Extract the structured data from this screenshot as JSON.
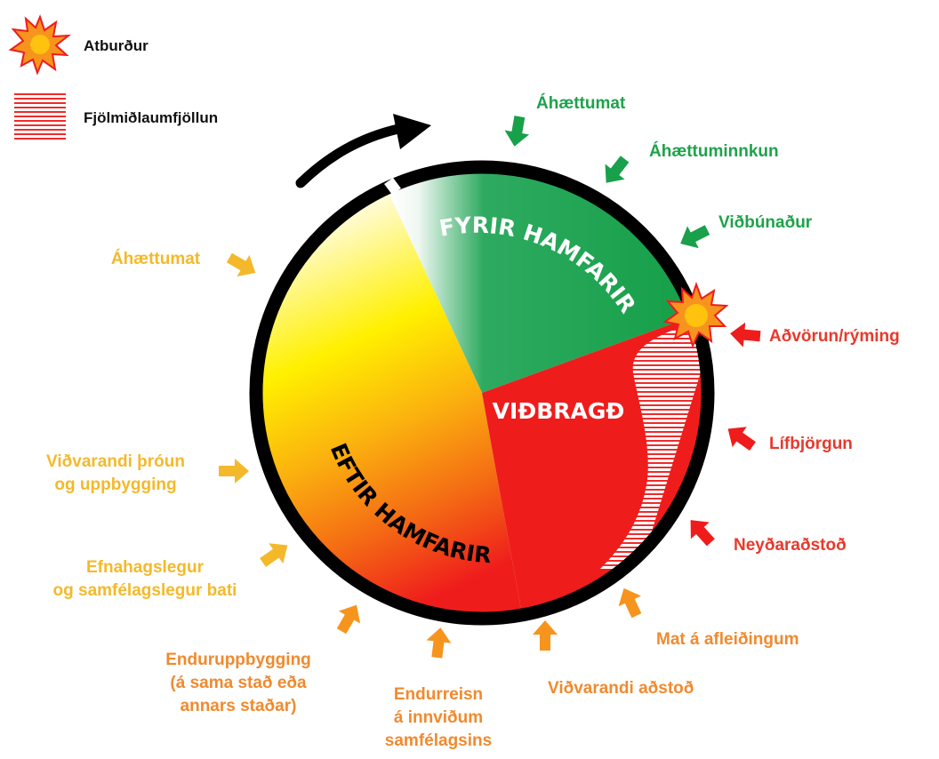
{
  "legend": {
    "event_label": "Atburður",
    "media_label": "Fjölmiðlaumfjöllun"
  },
  "phases": {
    "before": "FYRIR HAMFARIR",
    "response": "VIÐBRAGÐ",
    "after": "EFTIR HAMFARIR"
  },
  "labels": {
    "before_risk_assessment": [
      "Áhættumat"
    ],
    "before_risk_reduction": [
      "Áhættuminnkun"
    ],
    "before_preparedness": [
      "Viðbúnaður"
    ],
    "response_warning": [
      "Aðvörun/rýming"
    ],
    "response_rescue": [
      "Lífbjörgun"
    ],
    "response_emergency_aid": [
      "Neyðaraðstoð"
    ],
    "response_impact_assessment": [
      "Mat á afleiðingum"
    ],
    "response_ongoing_aid": [
      "Viðvarandi aðstoð"
    ],
    "after_infrastructure": [
      "Endurreisn",
      "á innviðum",
      "samfélagsins"
    ],
    "after_reconstruction": [
      "Enduruppbygging",
      "(á sama stað eða",
      "annars staðar)"
    ],
    "after_recovery": [
      "Efnahagslegur",
      "og samfélagslegur bati"
    ],
    "after_development": [
      "Viðvarandi þróun",
      "og uppbygging"
    ],
    "after_risk_assessment": [
      "Áhættumat"
    ]
  },
  "colors": {
    "green": "#19a04a",
    "green_text": "#1ea24b",
    "red": "#ef1c1c",
    "red_text": "#e8392c",
    "yellow": "#fff200",
    "orange": "#f7941d",
    "orange_text": "#f08a2e",
    "yellow_text": "#f4b92a",
    "ring": "#000000"
  }
}
